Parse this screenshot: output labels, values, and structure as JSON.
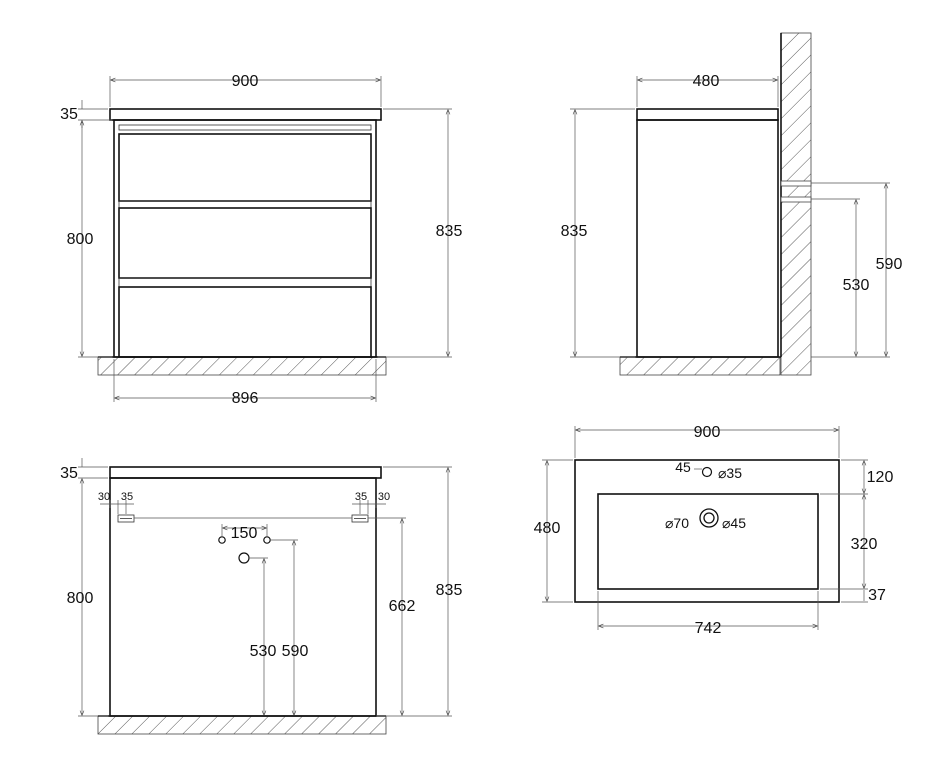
{
  "front_view": {
    "width": "900",
    "top_thickness": "35",
    "body_height": "800",
    "total_height": "835",
    "base_width": "896"
  },
  "side_view": {
    "depth": "480",
    "total_height": "835",
    "pipe_height_530": "530",
    "pipe_height_590": "590"
  },
  "back_view": {
    "top_thickness": "35",
    "body_height": "800",
    "total_height": "835",
    "left_offset_30": "30",
    "left_offset_35": "35",
    "right_offset_35": "35",
    "right_offset_30": "30",
    "hole_spacing": "150",
    "mount_height": "662",
    "drain_height": "530",
    "supply_height": "590"
  },
  "top_view": {
    "width": "900",
    "depth": "480",
    "tap_offset": "45",
    "tap_hole": "⌀35",
    "drain_outer": "⌀70",
    "drain_inner": "⌀45",
    "edge_back": "120",
    "bowl_depth": "320",
    "edge_front": "37",
    "bowl_width": "742"
  }
}
